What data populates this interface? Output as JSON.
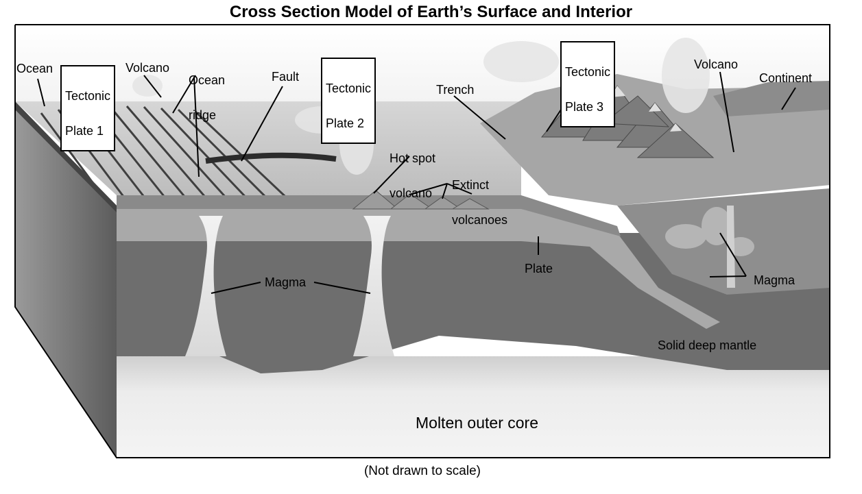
{
  "title": "Cross Section Model of Earth’s Surface and Interior",
  "caption": "(Not drawn to scale)",
  "labels": {
    "ocean": "Ocean",
    "tectonic_plate_1": [
      "Tectonic",
      "Plate 1"
    ],
    "volcano_left": "Volcano",
    "ocean_ridge": [
      "Ocean",
      "ridge"
    ],
    "fault": "Fault",
    "tectonic_plate_2": [
      "Tectonic",
      "Plate 2"
    ],
    "trench": "Trench",
    "hot_spot_volcano": [
      "Hot spot",
      "volcano"
    ],
    "extinct_volcanoes": [
      "Extinct",
      "volcanoes"
    ],
    "tectonic_plate_3": [
      "Tectonic",
      "Plate 3"
    ],
    "volcano_right": "Volcano",
    "continent": "Continent",
    "magma_left": "Magma",
    "plate": "Plate",
    "magma_right": "Magma",
    "solid_deep_mantle": "Solid deep mantle",
    "molten_outer_core": "Molten outer core"
  },
  "colors": {
    "outline": "#000000",
    "mantle": "#6e6e6e",
    "plate_layer": "#a9a9a9",
    "ocean_floor": "#8f8f8f",
    "ocean_surface": "#d8d8d8",
    "land": "#9a9a9a",
    "block_side": "#5a5a5a",
    "core": "#f0f0f0",
    "magma_plume": "#e6e6e6"
  }
}
